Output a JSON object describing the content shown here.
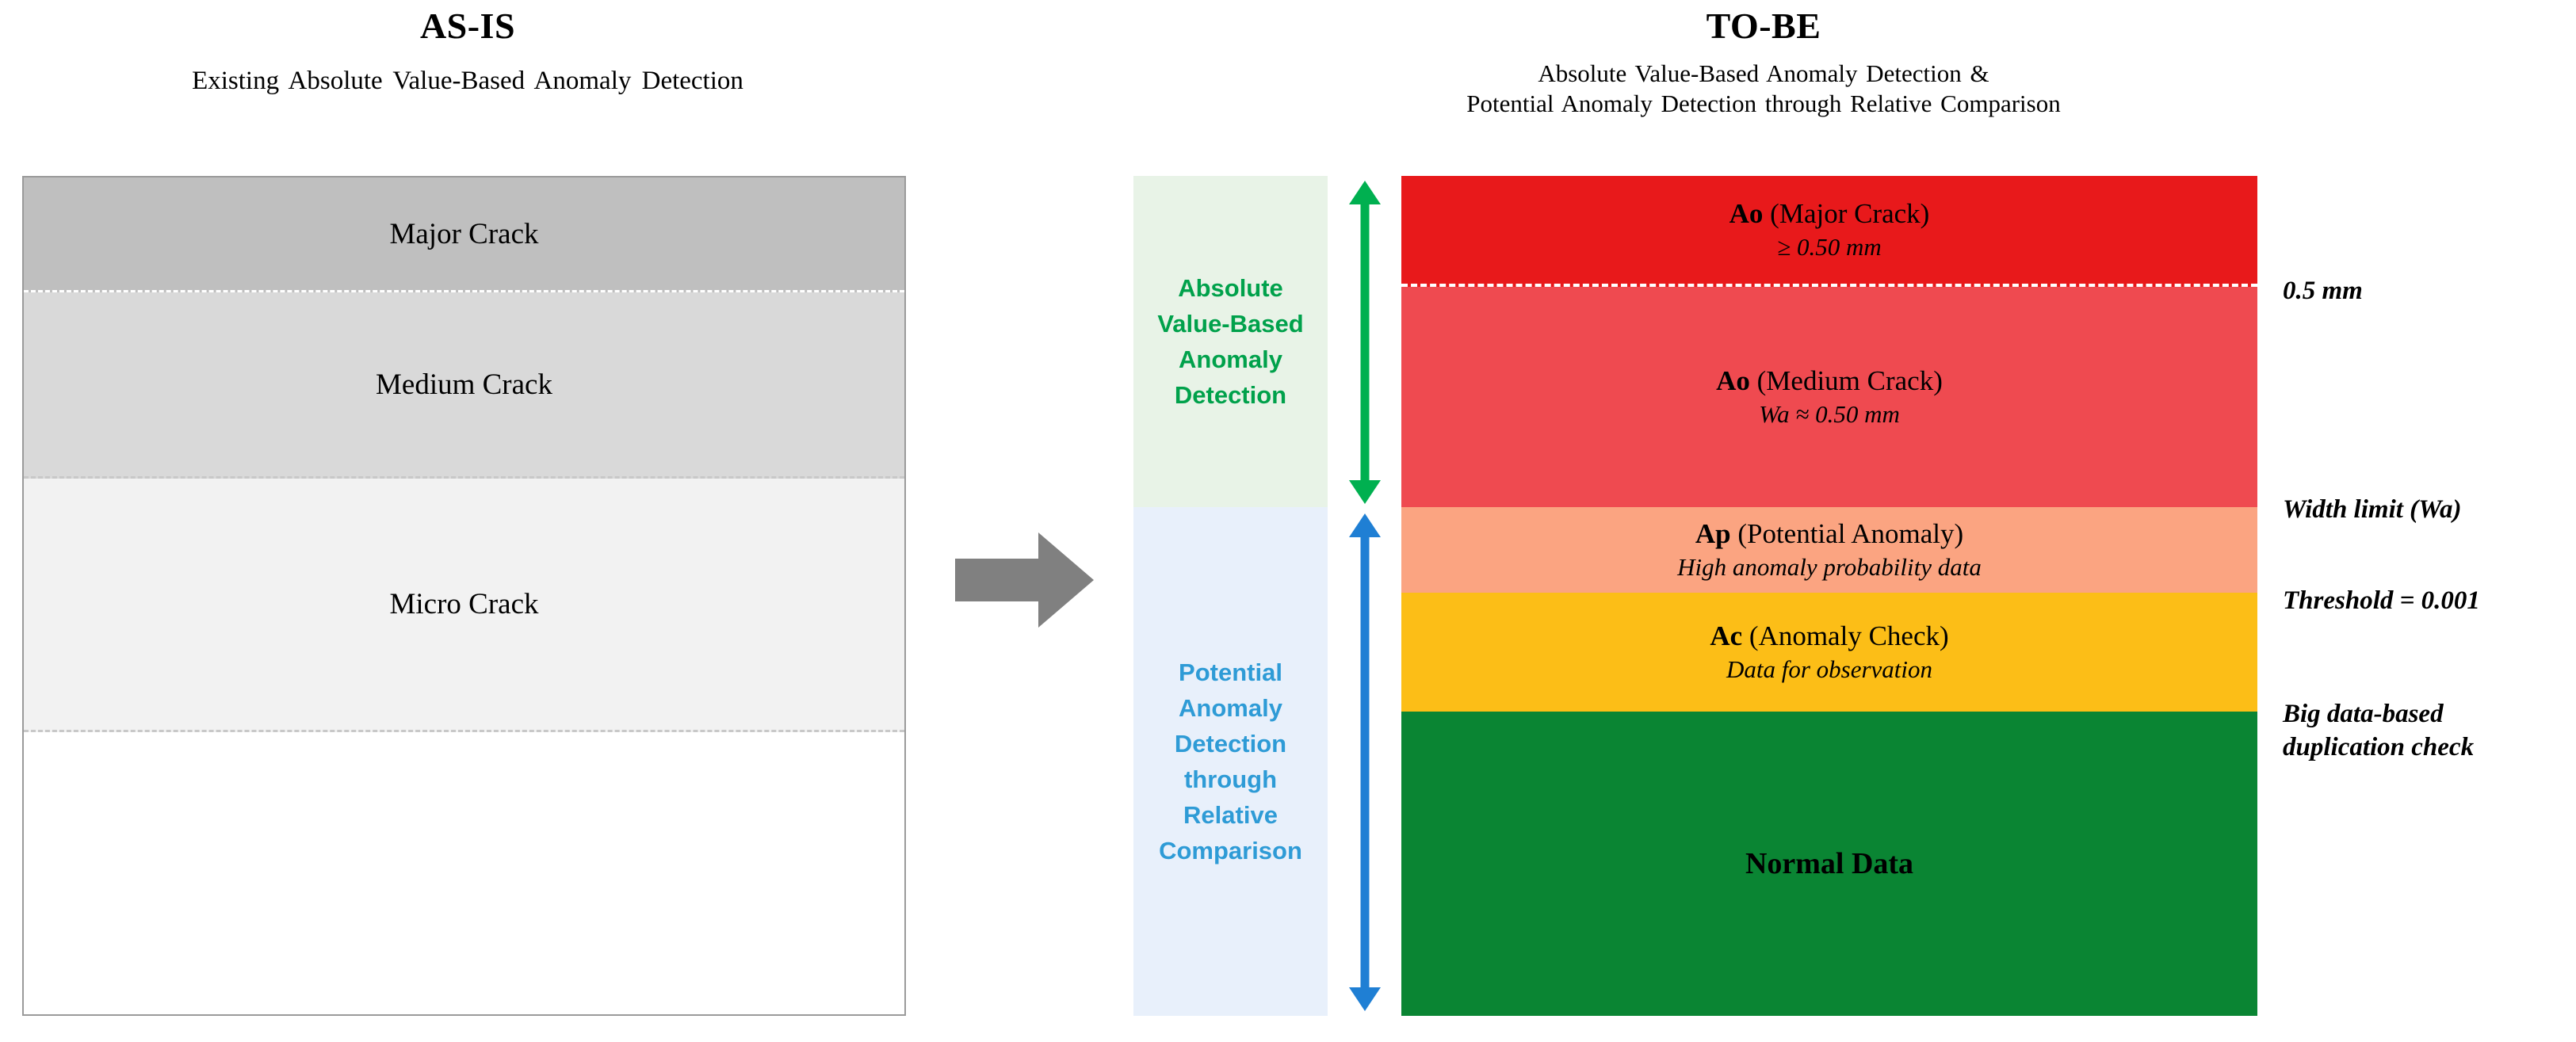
{
  "asis": {
    "title": "AS-IS",
    "subtitle": "Existing Absolute Value-Based Anomaly Detection",
    "bands": [
      {
        "label": "Major Crack"
      },
      {
        "label": "Medium Crack"
      },
      {
        "label": "Micro Crack"
      },
      {
        "label": ""
      }
    ]
  },
  "tobe": {
    "title": "TO-BE",
    "subtitle_line1": "Absolute Value-Based Anomaly Detection &",
    "subtitle_line2": "Potential Anomaly Detection through Relative Comparison",
    "groups": [
      {
        "label": "Absolute Value-Based Anomaly Detection",
        "color": "#00a14b"
      },
      {
        "label": "Potential Anomaly Detection through Relative Comparison",
        "color": "#2e9bd6"
      }
    ],
    "bands": [
      {
        "code": "Ao",
        "name": "(Major Crack)",
        "detail": "≥ 0.50 mm",
        "color": "#e8191b"
      },
      {
        "code": "Ao",
        "name": "(Medium Crack)",
        "detail": "Wa ≈ 0.50 mm",
        "color": "#ef4a50"
      },
      {
        "code": "Ap",
        "name": "(Potential Anomaly)",
        "detail": "High anomaly probability data",
        "color": "#fba481"
      },
      {
        "code": "Ac",
        "name": "(Anomaly Check)",
        "detail": "Data for observation",
        "color": "#fcbe17"
      },
      {
        "code": "Normal Data",
        "name": "",
        "detail": "",
        "color": "#0a8533"
      }
    ],
    "notes": {
      "mm": "0.5 mm",
      "width_limit": "Width limit (Wa)",
      "threshold": "Threshold = 0.001",
      "bigdata_line1": "Big data-based",
      "bigdata_line2": "duplication check"
    }
  },
  "icons": {
    "transition": "right-arrow-icon",
    "green_scope": "vertical-double-arrow-icon",
    "blue_scope": "vertical-double-arrow-icon"
  },
  "colors": {
    "green": "#00a14b",
    "blue": "#2e9bd6",
    "arrow_gray": "#808080"
  }
}
